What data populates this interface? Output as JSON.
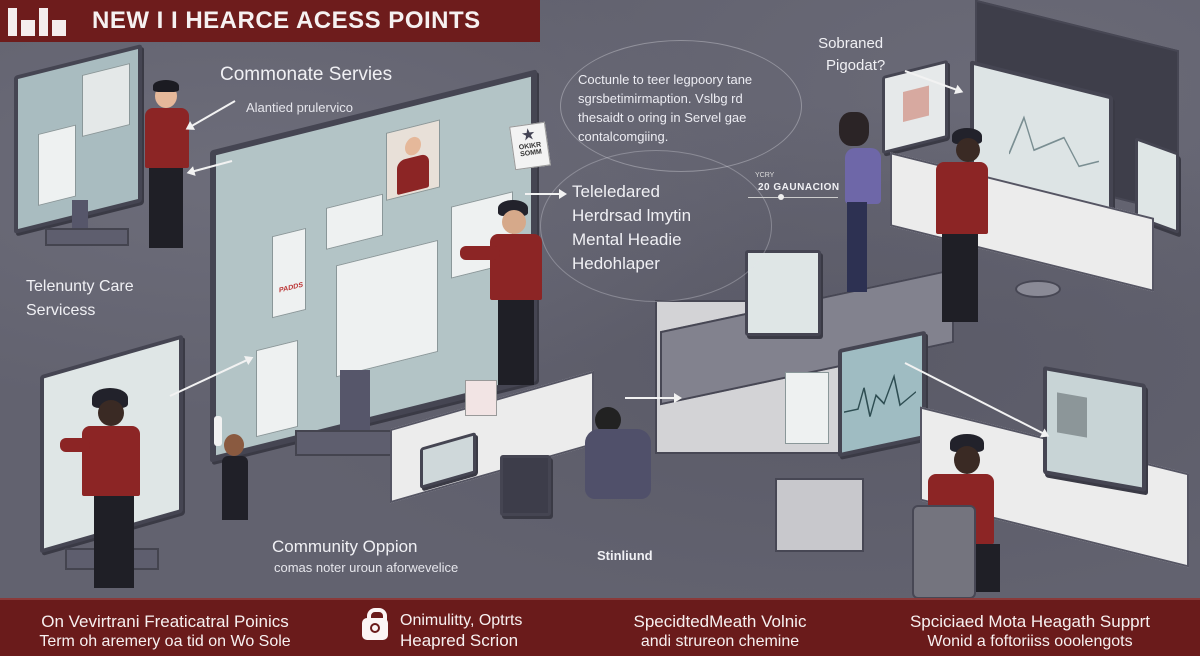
{
  "header": {
    "title": "NEW I I HEARCE ACESS POINTS",
    "logo_icon": "bar-chart-logo-icon",
    "colors": {
      "bar": "#6e1c1c",
      "text": "#f6f1f1"
    }
  },
  "callouts": {
    "commonate_services": {
      "title": "Commonate Servies",
      "subtitle": "Alantied prulervico"
    },
    "info_paragraph": {
      "lines": [
        "Coctunle to teer legpoory tane",
        "sgrsbetimirmaption.  Vslbg rd",
        "thesaidt o oring in Servel gae",
        "contalcomgiing."
      ]
    },
    "sobraned": {
      "line1": "Sobraned",
      "line2": "Pigodat?"
    },
    "teleledared": {
      "lines": [
        "Teleledared",
        "Herdrsad lmytin",
        "Mental Headie",
        "Hedohlaper"
      ]
    },
    "gauge_label": {
      "small": "YCRY",
      "value": "20 GAUNACION"
    },
    "telenunty": {
      "line1": "Telenunty Care",
      "line2": "Servicess"
    },
    "community_opption": {
      "title": "Community Oppion",
      "subtitle": "comas noter uroun aforwevelice"
    },
    "stinliund": {
      "label": "Stinliund"
    },
    "poster_sign": {
      "icon": "star-icon",
      "line1": "OKIKR",
      "line2": "SOMM"
    },
    "screen_badge": "PADDS"
  },
  "footer": {
    "items": [
      {
        "line1": "On Vevirtrani Freaticatral Poinics",
        "line2": "Term oh aremery oa tid on Wo Sole"
      },
      {
        "icon": "lock-icon",
        "line1": "Onimulitty, Optrts",
        "line2": "Heapred Scrion"
      },
      {
        "line1": "SpecidtedMeath Volnic",
        "line2": "andi strureon chemine"
      },
      {
        "line1": "Spciciaed Mota Heagath Supprt",
        "line2": "Wonid a foftoriiss ooolengots"
      }
    ],
    "colors": {
      "bar": "#6a1b1b",
      "text": "#f7f0f0"
    }
  },
  "theme": {
    "background": "#62626f",
    "jacket": "#8c2525",
    "screen": "#a9bcc0"
  }
}
